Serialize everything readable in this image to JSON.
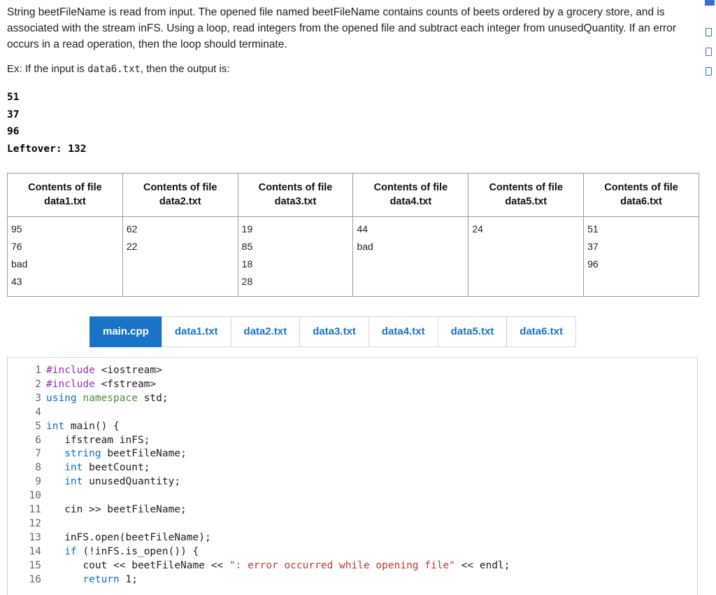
{
  "prompt": {
    "paragraph": "String beetFileName is read from input. The opened file named beetFileName contains counts of beets ordered by a grocery store, and is associated with the stream inFS. Using a loop, read integers from the opened file and subtract each integer from unusedQuantity. If an error occurs in a read operation, then the loop should terminate.",
    "example_prefix": "Ex: If the input is ",
    "example_file": "data6.txt",
    "example_suffix": ", then the output is:",
    "output_lines": [
      "51",
      "37",
      "96",
      "Leftover: 132"
    ]
  },
  "table": {
    "headers": [
      "Contents of file data1.txt",
      "Contents of file data2.txt",
      "Contents of file data3.txt",
      "Contents of file data4.txt",
      "Contents of file data5.txt",
      "Contents of file data6.txt"
    ],
    "header_line1": "Contents of file",
    "columns": [
      [
        "95",
        "76",
        "bad",
        "43"
      ],
      [
        "62",
        "22"
      ],
      [
        "19",
        "85",
        "18",
        "28"
      ],
      [
        "44",
        "bad"
      ],
      [
        "24"
      ],
      [
        "51",
        "37",
        "96"
      ]
    ],
    "files": [
      "data1.txt",
      "data2.txt",
      "data3.txt",
      "data4.txt",
      "data5.txt",
      "data6.txt"
    ]
  },
  "tabs": [
    {
      "label": "main.cpp",
      "active": true
    },
    {
      "label": "data1.txt",
      "active": false
    },
    {
      "label": "data2.txt",
      "active": false
    },
    {
      "label": "data3.txt",
      "active": false
    },
    {
      "label": "data4.txt",
      "active": false
    },
    {
      "label": "data5.txt",
      "active": false
    },
    {
      "label": "data6.txt",
      "active": false
    }
  ],
  "editor": {
    "line_numbers": [
      "1",
      "2",
      "3",
      "4",
      "5",
      "6",
      "7",
      "8",
      "9",
      "10",
      "11",
      "12",
      "13",
      "14",
      "15",
      "16"
    ],
    "lines": [
      "#include <iostream>",
      "#include <fstream>",
      "using namespace std;",
      "",
      "int main() {",
      "   ifstream inFS;",
      "   string beetFileName;",
      "   int beetCount;",
      "   int unusedQuantity;",
      "",
      "   cin >> beetFileName;",
      "",
      "   inFS.open(beetFileName);",
      "   if (!inFS.is_open()) {",
      "      cout << beetFileName << \": error occurred while opening file\" << endl;",
      "      return 1;"
    ]
  },
  "colors": {
    "accent": "#1a73c7",
    "keyword": "#0b6fc4",
    "preprocessor": "#9b2fae",
    "string": "#c0392b",
    "namespace": "#4f8a3d"
  }
}
